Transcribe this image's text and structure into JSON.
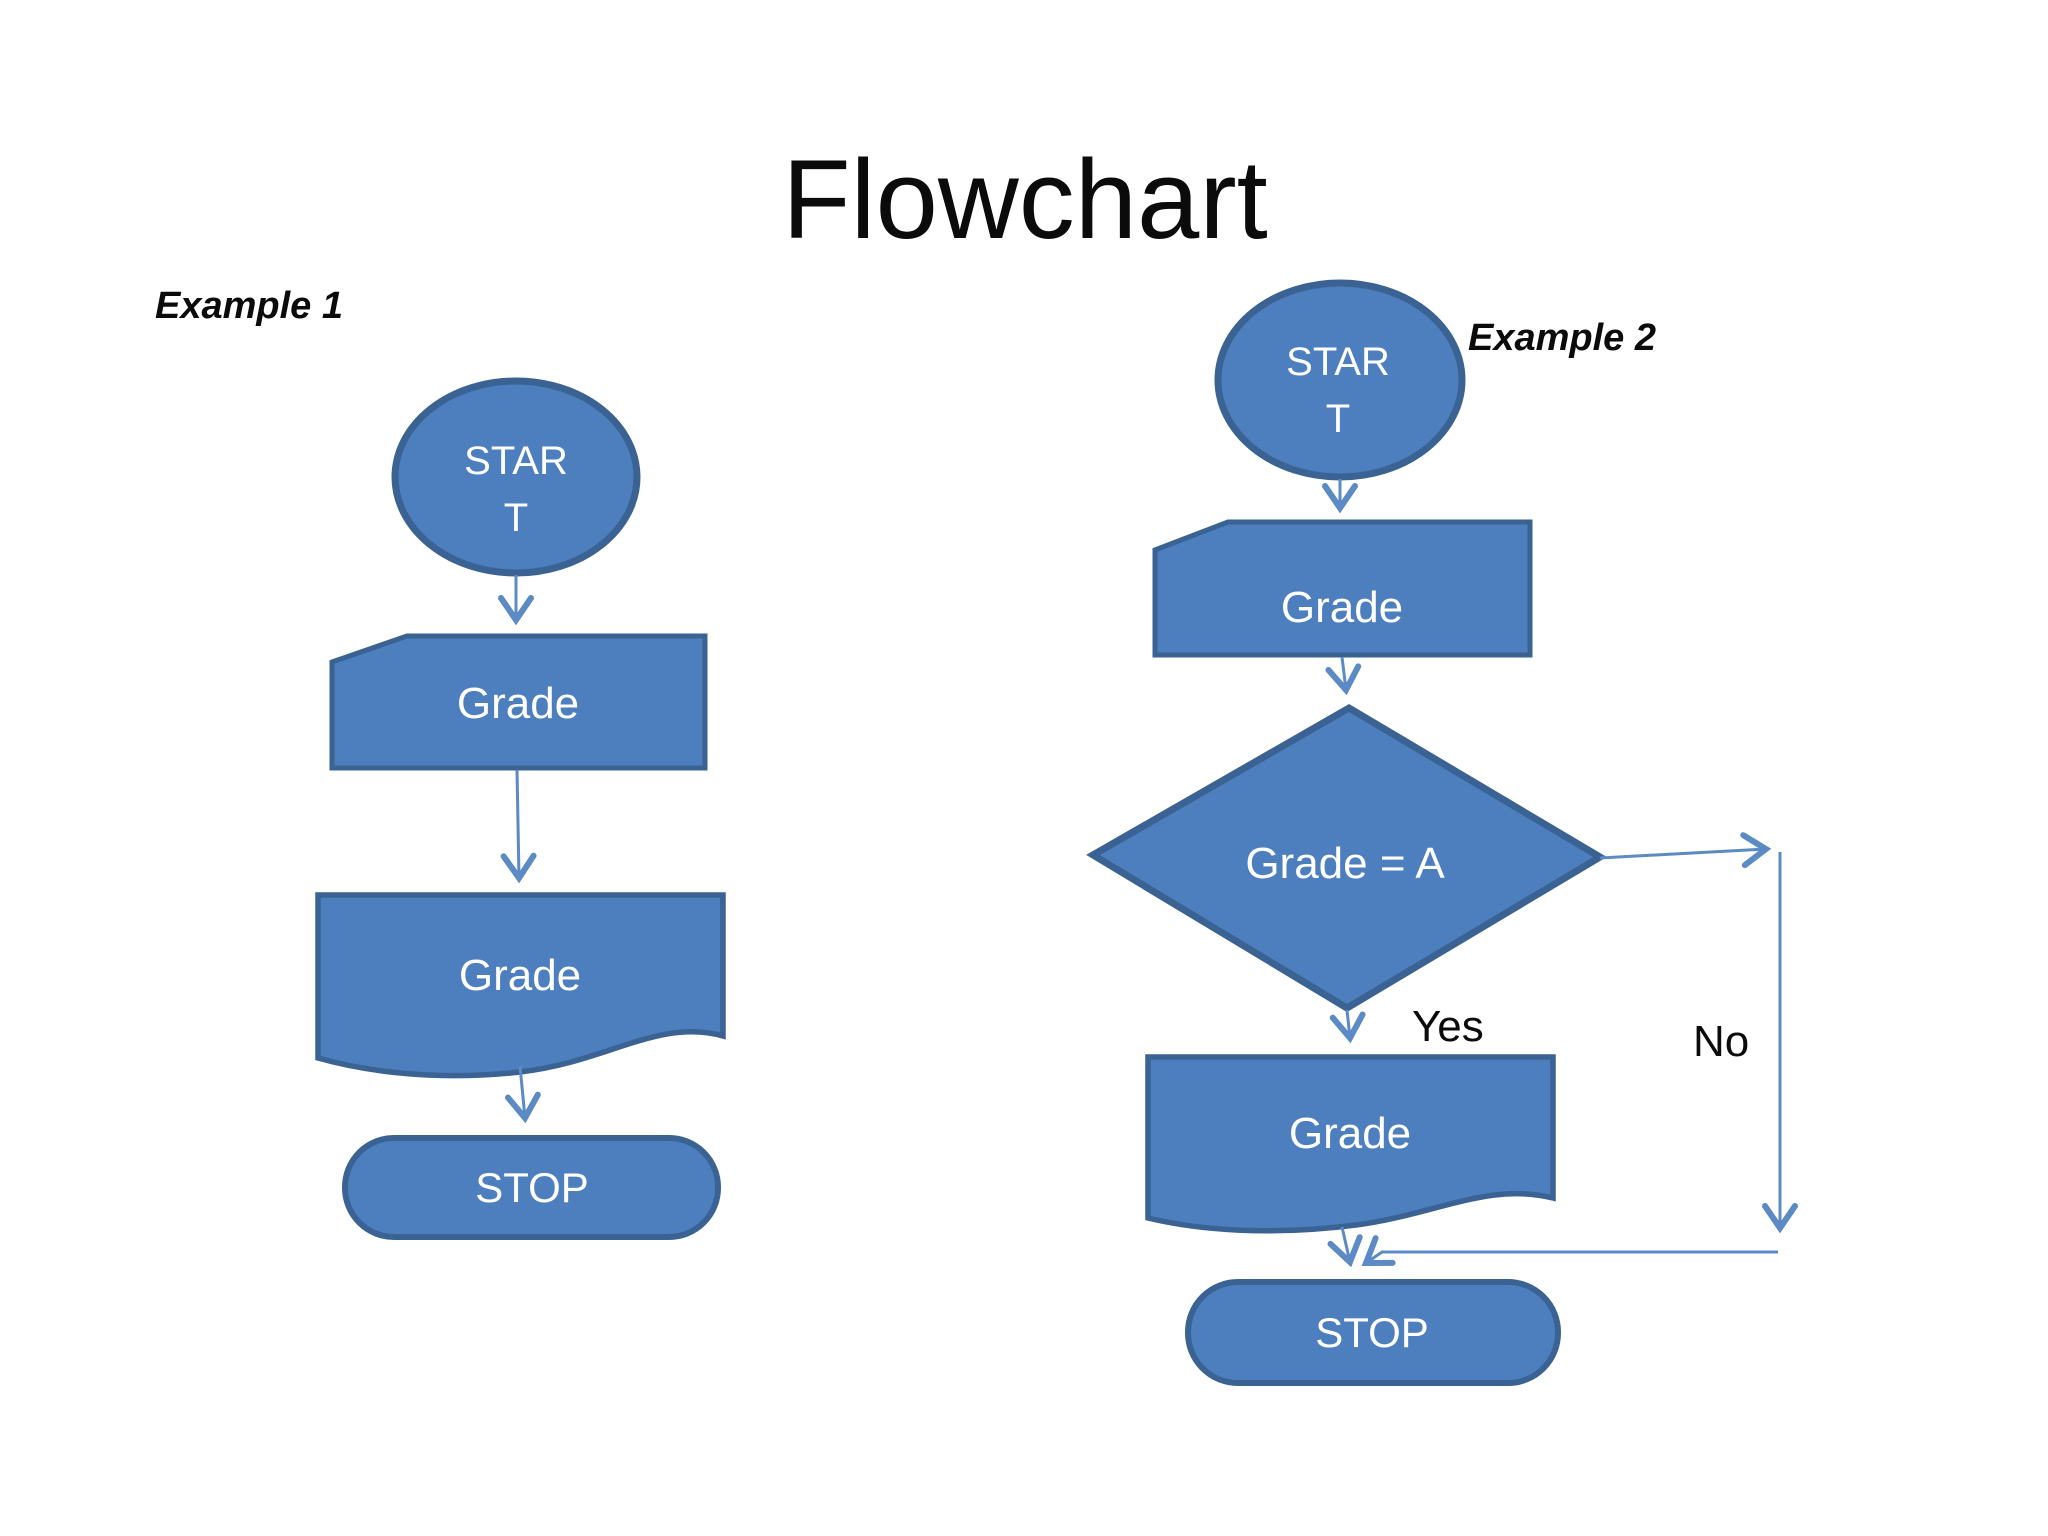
{
  "title": "Flowchart",
  "colors": {
    "shape_fill": "#4d7fbe",
    "shape_stroke": "#3a6292",
    "connector": "#5b8ac4",
    "shape_text": "#ffffff",
    "label_text": "#0b0b0b"
  },
  "example1": {
    "label": "Example 1",
    "start": {
      "type": "terminator-ellipse",
      "line1": "STAR",
      "line2": "T"
    },
    "input": {
      "type": "manual-input",
      "label": "Grade"
    },
    "document": {
      "type": "document",
      "label": "Grade"
    },
    "stop": {
      "type": "terminator",
      "label": "STOP"
    }
  },
  "example2": {
    "label": "Example 2",
    "start": {
      "type": "terminator-ellipse",
      "line1": "STAR",
      "line2": "T"
    },
    "input": {
      "type": "manual-input",
      "label": "Grade"
    },
    "decision": {
      "type": "decision-diamond",
      "label": "Grade = A"
    },
    "document": {
      "type": "document",
      "label": "Grade"
    },
    "stop": {
      "type": "terminator",
      "label": "STOP"
    },
    "branches": {
      "yes": "Yes",
      "no": "No"
    }
  }
}
